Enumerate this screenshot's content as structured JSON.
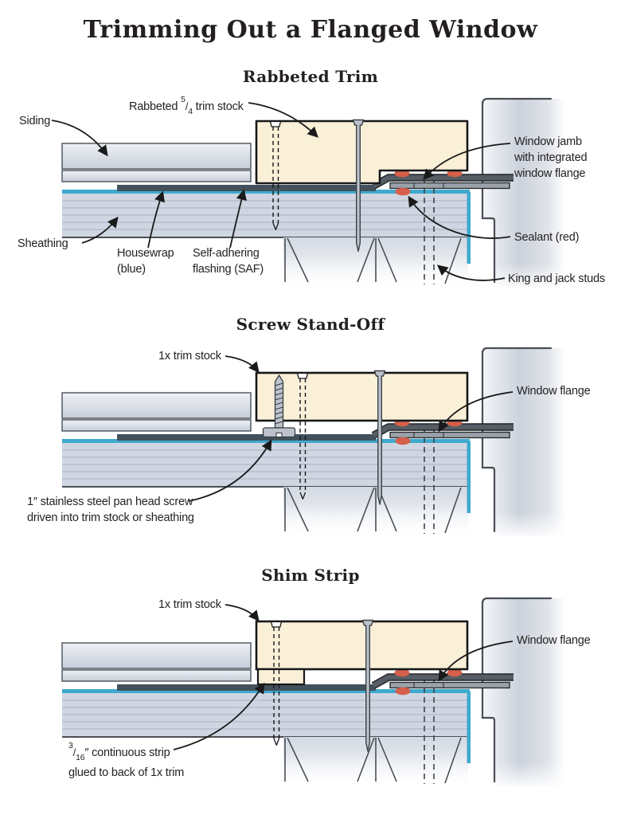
{
  "page": {
    "title": "Trimming Out a Flanged Window"
  },
  "colors": {
    "outline": "#231f20",
    "trim_stock": "#faf0d8",
    "sealant_red": "#d6604b",
    "housewrap_blue": "#3fa9ce",
    "flashing_dark": "#42515b",
    "sheathing": "#cfd6e2",
    "metal": "#bcc3cc",
    "flange_gray": "#565d64",
    "flange2_gray": "#9aa1a9"
  },
  "sections": [
    {
      "title": "Rabbeted Trim",
      "labels": {
        "siding": "Siding",
        "trim_pre": "Rabbeted ",
        "trim_sup": "5",
        "trim_slash": "/",
        "trim_sub": "4",
        "trim_post": " trim stock",
        "window_jamb": "Window jamb\nwith integrated\nwindow flange",
        "sheathing": "Sheathing",
        "housewrap": "Housewrap\n(blue)",
        "flashing": "Self-adhering\nflashing (SAF)",
        "sealant": "Sealant (red)",
        "king_jack": "King and jack studs"
      }
    },
    {
      "title": "Screw Stand-Off",
      "labels": {
        "trim": "1x trim stock",
        "window_flange": "Window flange",
        "screw": "1″ stainless steel pan head screw\ndriven into trim stock or sheathing"
      }
    },
    {
      "title": "Shim Strip",
      "labels": {
        "trim": "1x trim stock",
        "window_flange": "Window flange",
        "strip_sup": "3",
        "strip_slash": "/",
        "strip_sub": "16",
        "strip_post": "″ continuous strip",
        "strip_line2": "glued to back of 1x trim"
      }
    }
  ]
}
